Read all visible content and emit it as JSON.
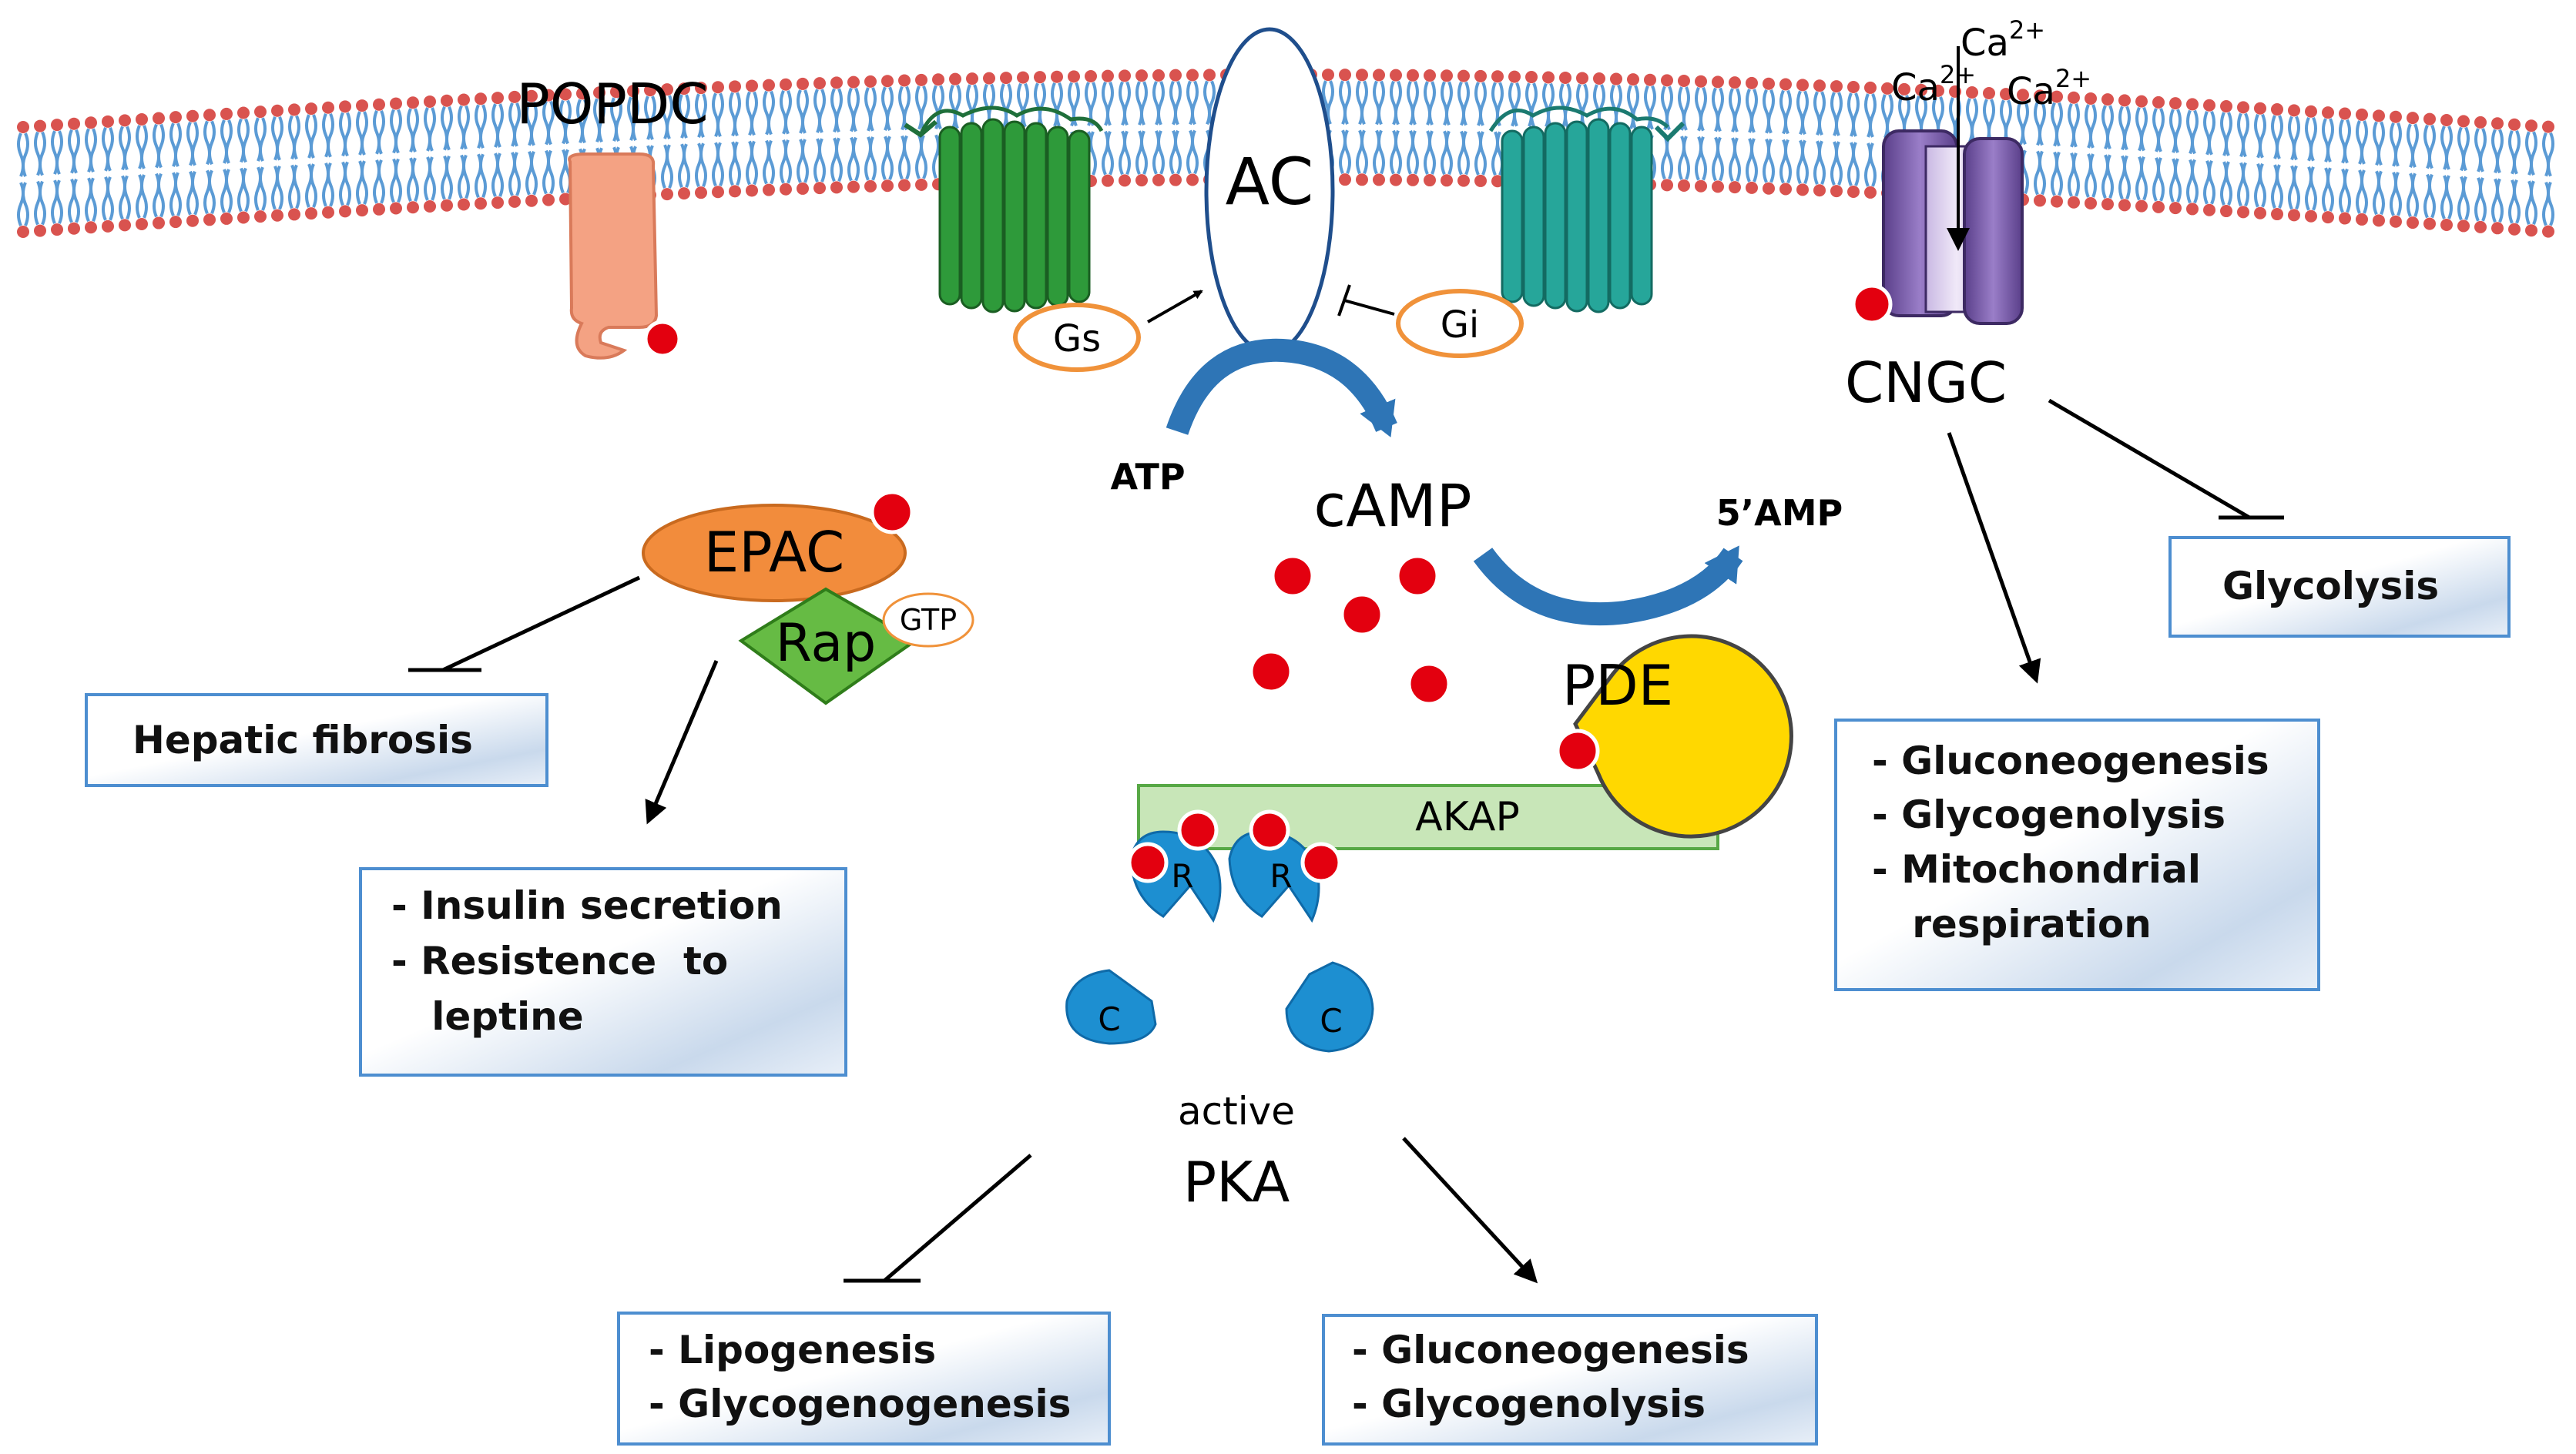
{
  "components": {
    "popdc": "POPDC",
    "ac": "AC",
    "gs": "Gs",
    "gi": "Gi",
    "cngc": "CNGC",
    "epac": "EPAC",
    "rap": "Rap",
    "gtp": "GTP",
    "atp": "ATP",
    "camp": "cAMP",
    "amp5": "5’AMP",
    "pde": "PDE",
    "akap": "AKAP",
    "r": "R",
    "c": "C",
    "pka_active": "active",
    "pka": "PKA",
    "ca_base": "Ca",
    "ca_sup": "2+"
  },
  "boxes": {
    "hepatic": [
      "Hepatic fibrosis"
    ],
    "epac_effects": [
      "- Insulin secretion",
      "- Resistence  to",
      "   leptine"
    ],
    "glycolysis": [
      "Glycolysis"
    ],
    "cngc_effects": [
      "- Gluconeogenesis",
      "- Glycogenolysis",
      "- Mitochondrial",
      "   respiration"
    ],
    "pka_inhibited": [
      "- Lipogenesis",
      "- Glycogenogenesis"
    ],
    "pka_activated": [
      "- Gluconeogenesis",
      "- Glycogenolysis"
    ]
  },
  "colors": {
    "membrane_head": "#d9534f",
    "membrane_tail": "#5b9bd5",
    "popdc": "#f4a283",
    "gpcr_s": "#2e9a3a",
    "gpcr_i": "#26a69a",
    "epac": "#f28c3c",
    "rap": "#66bb44",
    "pde": "#ffd800",
    "akap": "#c8e6b8",
    "pka_subunit": "#1d8fd1",
    "camp_dot": "#e3000f",
    "cngc": "#7b5ea7",
    "arrow_blue": "#2e75b6"
  }
}
